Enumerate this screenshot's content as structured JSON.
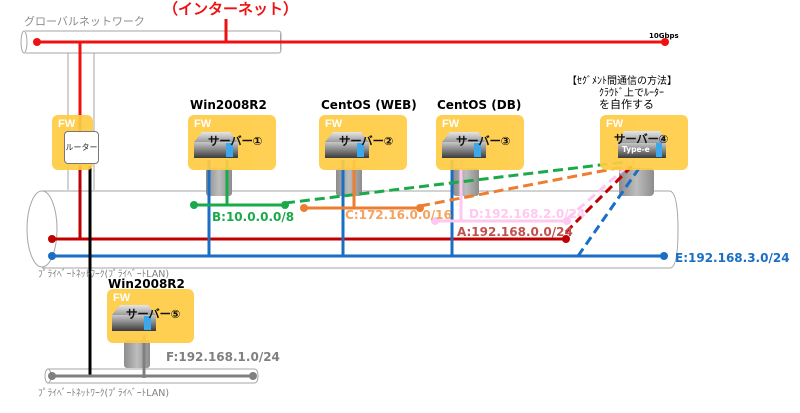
{
  "colors": {
    "internet": "#ee1111",
    "netA": "#c00000",
    "netB": "#1aaa4a",
    "netC": "#ed7d31",
    "netD": "#ffc8f0",
    "netE": "#1a6ec4",
    "netF": "#808080",
    "router_uplink": "#000000",
    "fw": "#ffcc44",
    "pipe_stroke": "#a6a6a6"
  },
  "internet": {
    "label": "（インターネット）"
  },
  "global_network": {
    "label": "グローバルネットワーク",
    "bandwidth": "10Gbps"
  },
  "router": {
    "fw_label": "FW",
    "label": "ルーター"
  },
  "servers": [
    {
      "id": "1",
      "os": "Win2008R2",
      "fw_label": "FW",
      "label": "サーバー①",
      "type_badge": ""
    },
    {
      "id": "2",
      "os": "CentOS (WEB)",
      "fw_label": "FW",
      "label": "サーバー②",
      "type_badge": ""
    },
    {
      "id": "3",
      "os": "CentOS (DB)",
      "fw_label": "FW",
      "label": "サーバー③",
      "type_badge": ""
    },
    {
      "id": "4",
      "os": "",
      "fw_label": "FW",
      "label": "サーバー④",
      "type_badge": "Type-e"
    },
    {
      "id": "5",
      "os": "Win2008R2",
      "fw_label": "FW",
      "label": "サーバー⑤",
      "type_badge": ""
    }
  ],
  "note": {
    "title": "【ｾｸﾞﾒﾝﾄ間通信の方法】",
    "line1": "ｸﾗｳﾄﾞ上でﾙｰﾀｰ",
    "line2": "を自作する"
  },
  "networks": {
    "A": {
      "label": "A:192.168.0.0/24"
    },
    "B": {
      "label": "B:10.0.0.0/8"
    },
    "C": {
      "label": "C:172.16.0.0/16"
    },
    "D": {
      "label": "D:192.168.2.0/24"
    },
    "E": {
      "label": "E:192.168.3.0/24"
    },
    "F": {
      "label": "F:192.168.1.0/24"
    }
  },
  "private_network_1": {
    "label": "ﾌﾟﾗｲﾍﾞｰﾄﾈｯﾄﾜｰｸ(ﾌﾟﾗｲﾍﾞｰﾄLAN)"
  },
  "private_network_2": {
    "label": "ﾌﾟﾗｲﾍﾞｰﾄﾈｯﾄﾜｰｸ(ﾌﾟﾗｲﾍﾞｰﾄLAN)"
  }
}
